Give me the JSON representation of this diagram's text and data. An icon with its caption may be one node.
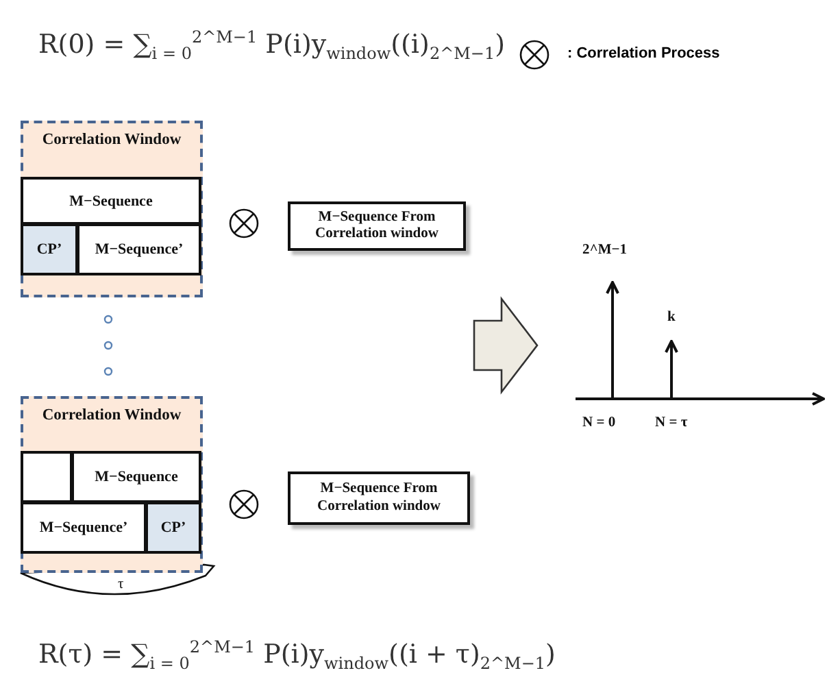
{
  "diagram": {
    "nodes": [
      {
        "text": [
          "Correlation Window"
        ]
      },
      {
        "text": [
          "M−Sequence"
        ],
        "in": 0
      },
      {
        "text": [
          "CP’"
        ],
        "in": 0
      },
      {
        "text": [
          "M−Sequence’"
        ],
        "in": 0
      },
      {
        "text": [
          "M−Sequence From Correlation window"
        ]
      },
      {
        "text": [
          "Correlation Window"
        ]
      },
      {
        "text": [],
        "shape": "box",
        "in": 5
      },
      {
        "text": [
          "M−Sequence"
        ],
        "in": 5
      },
      {
        "text": [
          "M−Sequence’"
        ],
        "in": 5
      },
      {
        "text": [
          "CP’"
        ],
        "in": 5
      },
      {
        "text": [
          "M−Sequence From Correlation window"
        ]
      }
    ],
    "labels": [
      "R(0) = ∑$_{i = 0}$$^{2^M−1}$ P(i)y$_{window}$((i)$_{2^M−1}$)",
      "2^M−1",
      "k",
      "N = 0",
      "N = τ",
      "τ",
      "R(τ) = ∑$_{i = 0}$$^{2^M−1}$ P(i)y$_{window}$((i + τ)$_{2^M−1}$)"
    ],
    "legend": [
      {
        "text": ": Correlation Process"
      }
    ]
  }
}
